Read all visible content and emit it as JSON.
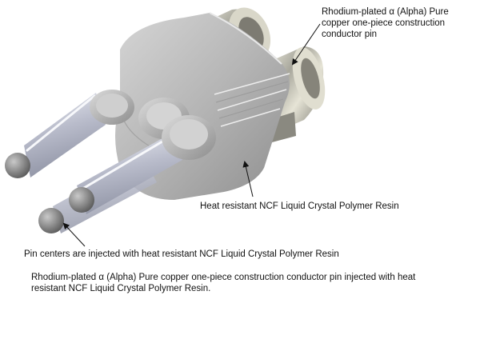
{
  "labels": {
    "conductor_pin": "Rhodium-plated α (Alpha) Pure copper one-piece construction conductor pin",
    "resin_body": "Heat resistant NCF Liquid Crystal Polymer Resin",
    "pin_centers": "Pin centers are injected with heat resistant NCF Liquid Crystal Polymer Resin"
  },
  "caption": "Rhodium-plated α (Alpha) Pure copper one-piece construction conductor pin injected with heat resistant NCF Liquid Crystal Polymer Resin.",
  "colors": {
    "background": "#ffffff",
    "resin_body": "#b9b9b9",
    "chrome": "#c8c6b8",
    "rod": "#c9ccd8",
    "text": "#111111"
  }
}
